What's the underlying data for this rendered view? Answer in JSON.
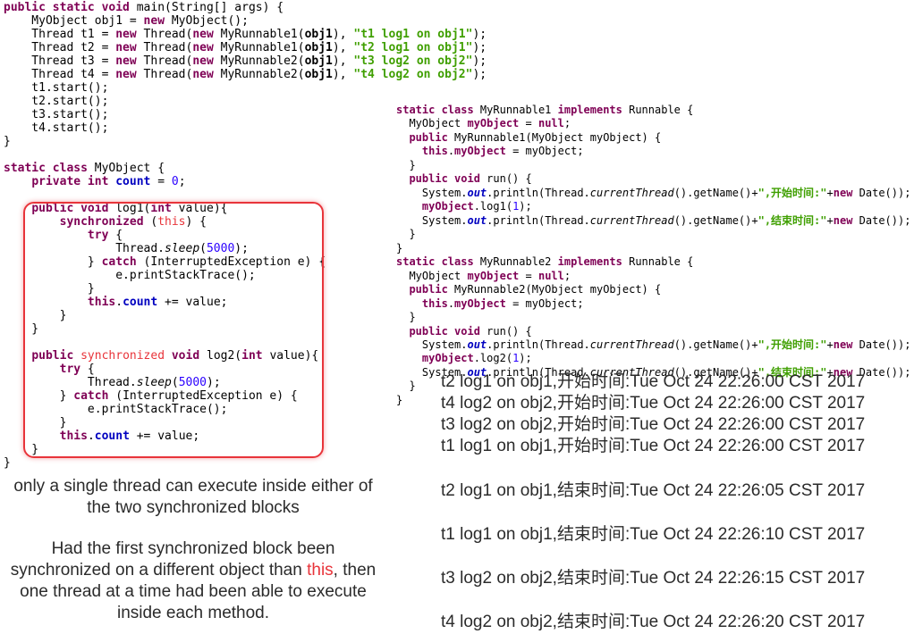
{
  "code_left": {
    "lines": [
      [
        {
          "c": "kw",
          "t": "public static void"
        },
        {
          "c": "",
          "t": " main(String[] args) {"
        }
      ],
      [
        {
          "c": "",
          "t": "    MyObject obj1 = "
        },
        {
          "c": "kw",
          "t": "new"
        },
        {
          "c": "",
          "t": " MyObject();"
        }
      ],
      [
        {
          "c": "",
          "t": "    Thread t1 = "
        },
        {
          "c": "kw",
          "t": "new"
        },
        {
          "c": "",
          "t": " Thread("
        },
        {
          "c": "kw",
          "t": "new"
        },
        {
          "c": "",
          "t": " MyRunnable1("
        },
        {
          "c": "b",
          "t": "obj1"
        },
        {
          "c": "",
          "t": "), "
        },
        {
          "c": "strg",
          "t": "\"t1 log1 on obj1\""
        },
        {
          "c": "",
          "t": ");"
        }
      ],
      [
        {
          "c": "",
          "t": "    Thread t2 = "
        },
        {
          "c": "kw",
          "t": "new"
        },
        {
          "c": "",
          "t": " Thread("
        },
        {
          "c": "kw",
          "t": "new"
        },
        {
          "c": "",
          "t": " MyRunnable1("
        },
        {
          "c": "b",
          "t": "obj1"
        },
        {
          "c": "",
          "t": "), "
        },
        {
          "c": "strg",
          "t": "\"t2 log1 on obj1\""
        },
        {
          "c": "",
          "t": ");"
        }
      ],
      [
        {
          "c": "",
          "t": "    Thread t3 = "
        },
        {
          "c": "kw",
          "t": "new"
        },
        {
          "c": "",
          "t": " Thread("
        },
        {
          "c": "kw",
          "t": "new"
        },
        {
          "c": "",
          "t": " MyRunnable2("
        },
        {
          "c": "b",
          "t": "obj1"
        },
        {
          "c": "",
          "t": "), "
        },
        {
          "c": "strg",
          "t": "\"t3 log2 on obj2\""
        },
        {
          "c": "",
          "t": ");"
        }
      ],
      [
        {
          "c": "",
          "t": "    Thread t4 = "
        },
        {
          "c": "kw",
          "t": "new"
        },
        {
          "c": "",
          "t": " Thread("
        },
        {
          "c": "kw",
          "t": "new"
        },
        {
          "c": "",
          "t": " MyRunnable2("
        },
        {
          "c": "b",
          "t": "obj1"
        },
        {
          "c": "",
          "t": "), "
        },
        {
          "c": "strg",
          "t": "\"t4 log2 on obj2\""
        },
        {
          "c": "",
          "t": ");"
        }
      ],
      [
        {
          "c": "",
          "t": "    t1.start();"
        }
      ],
      [
        {
          "c": "",
          "t": "    t2.start();"
        }
      ],
      [
        {
          "c": "",
          "t": "    t3.start();"
        }
      ],
      [
        {
          "c": "",
          "t": "    t4.start();"
        }
      ],
      [
        {
          "c": "",
          "t": "}"
        }
      ],
      [
        {
          "c": "",
          "t": ""
        }
      ],
      [
        {
          "c": "kw",
          "t": "static class"
        },
        {
          "c": "",
          "t": " MyObject {"
        }
      ],
      [
        {
          "c": "",
          "t": "    "
        },
        {
          "c": "kw",
          "t": "private int"
        },
        {
          "c": "",
          "t": " "
        },
        {
          "c": "fld",
          "t": "count"
        },
        {
          "c": "",
          "t": " = "
        },
        {
          "c": "num",
          "t": "0"
        },
        {
          "c": "",
          "t": ";"
        }
      ],
      [
        {
          "c": "",
          "t": ""
        }
      ],
      [
        {
          "c": "",
          "t": "    "
        },
        {
          "c": "kw",
          "t": "public void"
        },
        {
          "c": "",
          "t": " log1("
        },
        {
          "c": "kw",
          "t": "int"
        },
        {
          "c": "",
          "t": " value){"
        }
      ],
      [
        {
          "c": "",
          "t": "        "
        },
        {
          "c": "kw",
          "t": "synchronized"
        },
        {
          "c": "",
          "t": " ("
        },
        {
          "c": "red",
          "t": "this"
        },
        {
          "c": "",
          "t": ") {"
        }
      ],
      [
        {
          "c": "",
          "t": "            "
        },
        {
          "c": "kw",
          "t": "try"
        },
        {
          "c": "",
          "t": " {"
        }
      ],
      [
        {
          "c": "",
          "t": "                Thread."
        },
        {
          "c": "it",
          "t": "sleep"
        },
        {
          "c": "",
          "t": "("
        },
        {
          "c": "num",
          "t": "5000"
        },
        {
          "c": "",
          "t": ");"
        }
      ],
      [
        {
          "c": "",
          "t": "            } "
        },
        {
          "c": "kw",
          "t": "catch"
        },
        {
          "c": "",
          "t": " (InterruptedException e) {"
        }
      ],
      [
        {
          "c": "",
          "t": "                e.printStackTrace();"
        }
      ],
      [
        {
          "c": "",
          "t": "            }"
        }
      ],
      [
        {
          "c": "",
          "t": "            "
        },
        {
          "c": "kw",
          "t": "this"
        },
        {
          "c": "",
          "t": "."
        },
        {
          "c": "fld",
          "t": "count"
        },
        {
          "c": "",
          "t": " += value;"
        }
      ],
      [
        {
          "c": "",
          "t": "        }"
        }
      ],
      [
        {
          "c": "",
          "t": "    }"
        }
      ],
      [
        {
          "c": "",
          "t": ""
        }
      ],
      [
        {
          "c": "",
          "t": "    "
        },
        {
          "c": "kw",
          "t": "public"
        },
        {
          "c": "",
          "t": " "
        },
        {
          "c": "red",
          "t": "synchronized"
        },
        {
          "c": "",
          "t": " "
        },
        {
          "c": "kw",
          "t": "void"
        },
        {
          "c": "",
          "t": " log2("
        },
        {
          "c": "kw",
          "t": "int"
        },
        {
          "c": "",
          "t": " value){"
        }
      ],
      [
        {
          "c": "",
          "t": "        "
        },
        {
          "c": "kw",
          "t": "try"
        },
        {
          "c": "",
          "t": " {"
        }
      ],
      [
        {
          "c": "",
          "t": "            Thread."
        },
        {
          "c": "it",
          "t": "sleep"
        },
        {
          "c": "",
          "t": "("
        },
        {
          "c": "num",
          "t": "5000"
        },
        {
          "c": "",
          "t": ");"
        }
      ],
      [
        {
          "c": "",
          "t": "        } "
        },
        {
          "c": "kw",
          "t": "catch"
        },
        {
          "c": "",
          "t": " (InterruptedException e) {"
        }
      ],
      [
        {
          "c": "",
          "t": "            e.printStackTrace();"
        }
      ],
      [
        {
          "c": "",
          "t": "        }"
        }
      ],
      [
        {
          "c": "",
          "t": "        "
        },
        {
          "c": "kw",
          "t": "this"
        },
        {
          "c": "",
          "t": "."
        },
        {
          "c": "fld",
          "t": "count"
        },
        {
          "c": "",
          "t": " += value;"
        }
      ],
      [
        {
          "c": "",
          "t": "    }"
        }
      ],
      [
        {
          "c": "",
          "t": "}"
        }
      ]
    ]
  },
  "code_right": {
    "lines": [
      [
        {
          "c": "kw",
          "t": "static class"
        },
        {
          "c": "",
          "t": " MyRunnable1 "
        },
        {
          "c": "kw",
          "t": "implements"
        },
        {
          "c": "",
          "t": " Runnable {"
        }
      ],
      [
        {
          "c": "",
          "t": "  MyObject "
        },
        {
          "c": "fldp",
          "t": "myObject"
        },
        {
          "c": "",
          "t": " = "
        },
        {
          "c": "kw",
          "t": "null"
        },
        {
          "c": "",
          "t": ";"
        }
      ],
      [
        {
          "c": "",
          "t": "  "
        },
        {
          "c": "kw",
          "t": "public"
        },
        {
          "c": "",
          "t": " MyRunnable1(MyObject myObject) {"
        }
      ],
      [
        {
          "c": "",
          "t": "    "
        },
        {
          "c": "kw",
          "t": "this"
        },
        {
          "c": "",
          "t": "."
        },
        {
          "c": "fldp",
          "t": "myObject"
        },
        {
          "c": "",
          "t": " = myObject;"
        }
      ],
      [
        {
          "c": "",
          "t": "  }"
        }
      ],
      [
        {
          "c": "",
          "t": "  "
        },
        {
          "c": "kw",
          "t": "public void"
        },
        {
          "c": "",
          "t": " run() {"
        }
      ],
      [
        {
          "c": "",
          "t": "    System."
        },
        {
          "c": "sfld",
          "t": "out"
        },
        {
          "c": "",
          "t": ".println(Thread."
        },
        {
          "c": "it",
          "t": "currentThread"
        },
        {
          "c": "",
          "t": "().getName()+"
        },
        {
          "c": "strg",
          "t": "\",开始时间:\""
        },
        {
          "c": "",
          "t": "+"
        },
        {
          "c": "kw",
          "t": "new"
        },
        {
          "c": "",
          "t": " Date());"
        }
      ],
      [
        {
          "c": "",
          "t": "    "
        },
        {
          "c": "fldp",
          "t": "myObject"
        },
        {
          "c": "",
          "t": ".log1("
        },
        {
          "c": "num",
          "t": "1"
        },
        {
          "c": "",
          "t": ");"
        }
      ],
      [
        {
          "c": "",
          "t": "    System."
        },
        {
          "c": "sfld",
          "t": "out"
        },
        {
          "c": "",
          "t": ".println(Thread."
        },
        {
          "c": "it",
          "t": "currentThread"
        },
        {
          "c": "",
          "t": "().getName()+"
        },
        {
          "c": "strg",
          "t": "\",结束时间:\""
        },
        {
          "c": "",
          "t": "+"
        },
        {
          "c": "kw",
          "t": "new"
        },
        {
          "c": "",
          "t": " Date());"
        }
      ],
      [
        {
          "c": "",
          "t": "  }"
        }
      ],
      [
        {
          "c": "",
          "t": "}"
        }
      ],
      [
        {
          "c": "kw",
          "t": "static class"
        },
        {
          "c": "",
          "t": " MyRunnable2 "
        },
        {
          "c": "kw",
          "t": "implements"
        },
        {
          "c": "",
          "t": " Runnable {"
        }
      ],
      [
        {
          "c": "",
          "t": "  MyObject "
        },
        {
          "c": "fldp",
          "t": "myObject"
        },
        {
          "c": "",
          "t": " = "
        },
        {
          "c": "kw",
          "t": "null"
        },
        {
          "c": "",
          "t": ";"
        }
      ],
      [
        {
          "c": "",
          "t": "  "
        },
        {
          "c": "kw",
          "t": "public"
        },
        {
          "c": "",
          "t": " MyRunnable2(MyObject myObject) {"
        }
      ],
      [
        {
          "c": "",
          "t": "    "
        },
        {
          "c": "kw",
          "t": "this"
        },
        {
          "c": "",
          "t": "."
        },
        {
          "c": "fldp",
          "t": "myObject"
        },
        {
          "c": "",
          "t": " = myObject;"
        }
      ],
      [
        {
          "c": "",
          "t": "  }"
        }
      ],
      [
        {
          "c": "",
          "t": "  "
        },
        {
          "c": "kw",
          "t": "public void"
        },
        {
          "c": "",
          "t": " run() {"
        }
      ],
      [
        {
          "c": "",
          "t": "    System."
        },
        {
          "c": "sfld",
          "t": "out"
        },
        {
          "c": "",
          "t": ".println(Thread."
        },
        {
          "c": "it",
          "t": "currentThread"
        },
        {
          "c": "",
          "t": "().getName()+"
        },
        {
          "c": "strg",
          "t": "\",开始时间:\""
        },
        {
          "c": "",
          "t": "+"
        },
        {
          "c": "kw",
          "t": "new"
        },
        {
          "c": "",
          "t": " Date());"
        }
      ],
      [
        {
          "c": "",
          "t": "    "
        },
        {
          "c": "fldp",
          "t": "myObject"
        },
        {
          "c": "",
          "t": ".log2("
        },
        {
          "c": "num",
          "t": "1"
        },
        {
          "c": "",
          "t": ");"
        }
      ],
      [
        {
          "c": "",
          "t": "    System."
        },
        {
          "c": "sfld",
          "t": "out"
        },
        {
          "c": "",
          "t": ".println(Thread."
        },
        {
          "c": "it",
          "t": "currentThread"
        },
        {
          "c": "",
          "t": "().getName()+"
        },
        {
          "c": "strg",
          "t": "\",结束时间:\""
        },
        {
          "c": "",
          "t": "+"
        },
        {
          "c": "kw",
          "t": "new"
        },
        {
          "c": "",
          "t": " Date());"
        }
      ],
      [
        {
          "c": "",
          "t": "  }"
        }
      ],
      [
        {
          "c": "",
          "t": "}"
        }
      ]
    ]
  },
  "notes": {
    "note1": "only a single thread can execute inside either of the two synchronized blocks",
    "note2_before": "Had the first synchronized block been synchronized on a different object than ",
    "note2_highlight": "this",
    "note2_after": ", then one thread at a time had been able to execute inside each method."
  },
  "output": {
    "lines": [
      "t2 log1 on obj1,开始时间:Tue Oct 24 22:26:00 CST 2017",
      "t4 log2 on obj2,开始时间:Tue Oct 24 22:26:00 CST 2017",
      "t3 log2 on obj2,开始时间:Tue Oct 24 22:26:00 CST 2017",
      "t1 log1 on obj1,开始时间:Tue Oct 24 22:26:00 CST 2017",
      "t2 log1 on obj1,结束时间:Tue Oct 24 22:26:05 CST 2017",
      "t1 log1 on obj1,结束时间:Tue Oct 24 22:26:10 CST 2017",
      "t3 log2 on obj2,结束时间:Tue Oct 24 22:26:15 CST 2017",
      "t4 log2 on obj2,结束时间:Tue Oct 24 22:26:20 CST 2017"
    ]
  },
  "colors": {
    "keyword": "#7f0055",
    "string": "#3f9f00",
    "field": "#0000c0",
    "number": "#2a00ff",
    "highlight_red": "#e8343a"
  }
}
